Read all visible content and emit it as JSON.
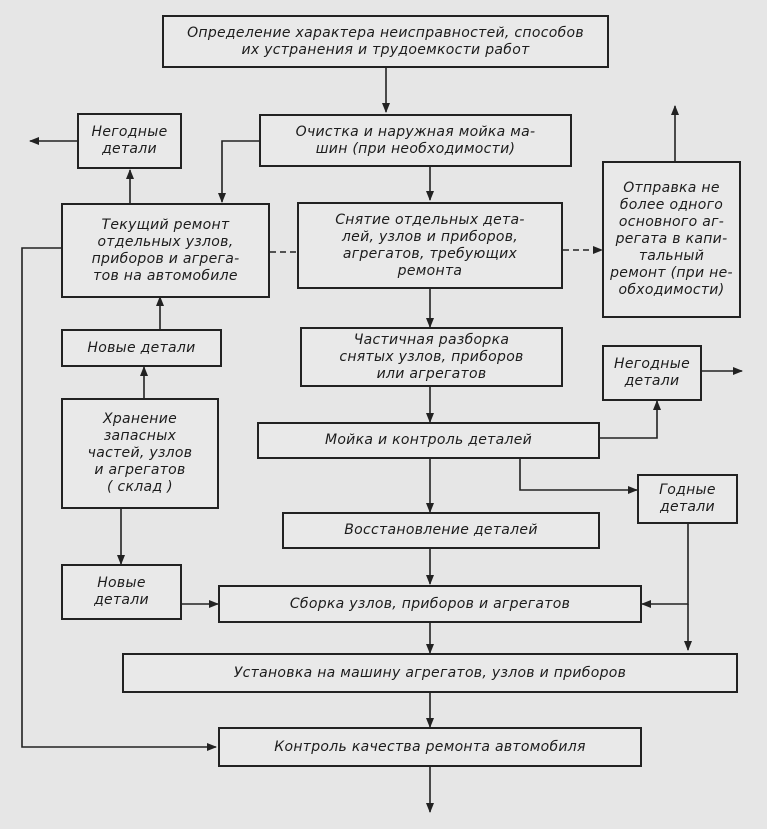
{
  "diagram": {
    "defect_determination": "Определение характера неисправностей, способов\nих устранения и трудоемкости работ",
    "cleaning_washing": "Очистка и наружная мойка ма-\nшин (при необходимости)",
    "unfit_parts_top": "Негодные\nдетали",
    "current_repair": "Текущий ремонт\nотдельных узлов,\nприборов и агрега-\nтов на автомобиле",
    "removal": "Снятие отдельных дета-\nлей, узлов и приборов,\nагрегатов, требующих\nремонта",
    "send_overhaul": "Отправка не\nболее одного\nосновного аг-\nрегата в капи-\nтальный\nремонт (при не-\nобходимости)",
    "new_parts_top": "Новые детали",
    "partial_disassembly": "Частичная разборка\nснятых узлов, приборов\nили агрегатов",
    "unfit_parts_right": "Негодные\nдетали",
    "storage": "Хранение\nзапасных\nчастей, узлов\nи агрегатов\n( склад )",
    "washing_control": "Мойка и контроль деталей",
    "good_parts": "Годные\nдетали",
    "restoration": "Восстановление деталей",
    "new_parts_bottom": "Новые\nдетали",
    "assembly": "Сборка узлов, приборов и агрегатов",
    "installation": "Установка на машину агрегатов, узлов и приборов",
    "quality_control": "Контроль качества ремонта автомобиля"
  }
}
